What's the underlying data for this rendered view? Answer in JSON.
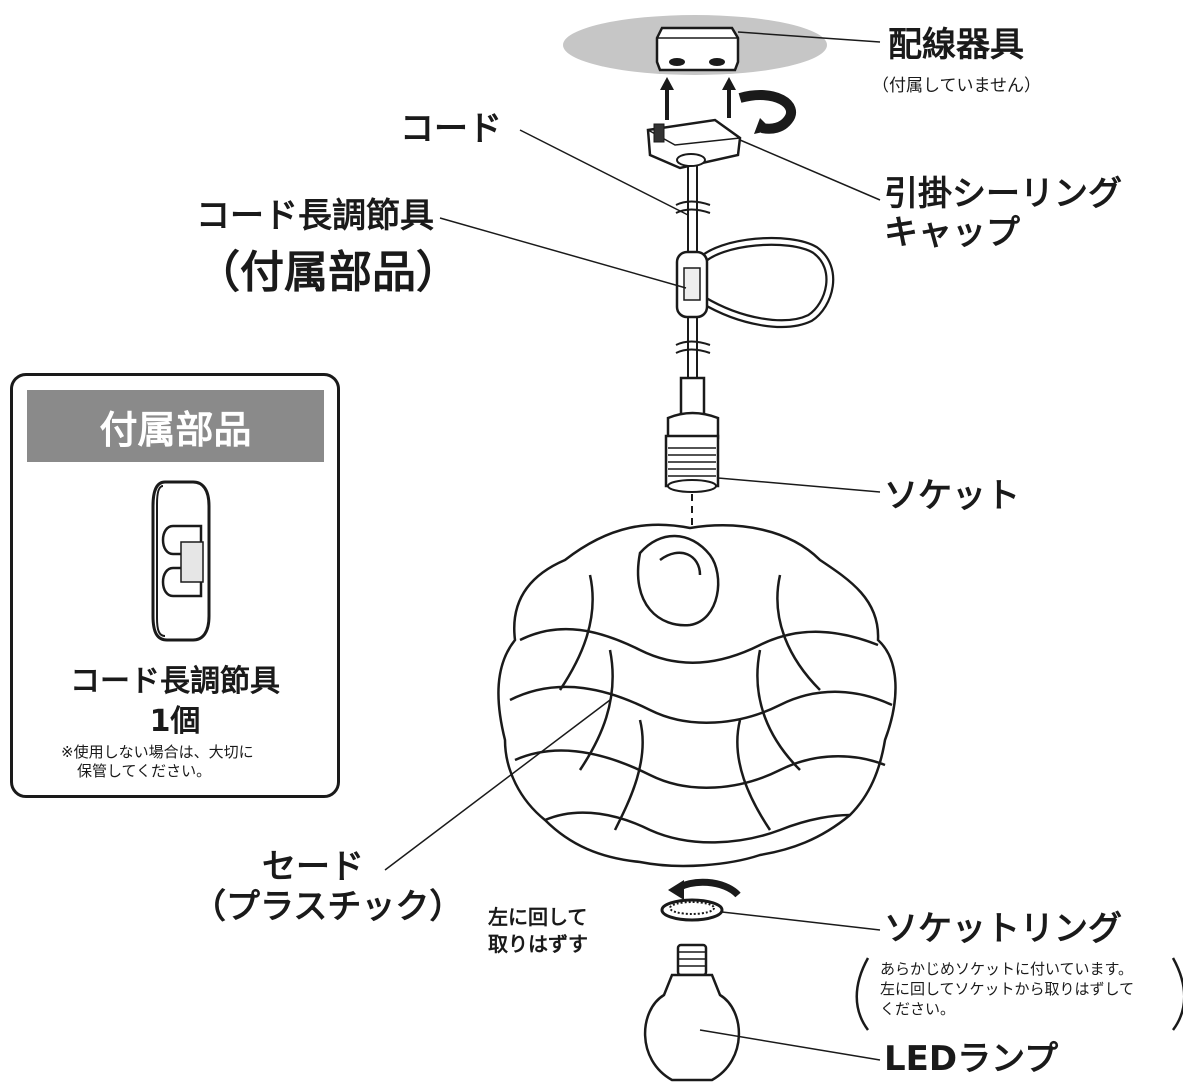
{
  "labels": {
    "wiring_fixture": "配線器具",
    "wiring_fixture_note": "（付属していません）",
    "cord": "コード",
    "cord_adjuster": "コード長調節具",
    "accessory_tag": "（付属部品）",
    "ceiling_cap_line1": "引掛シーリング",
    "ceiling_cap_line2": "キャップ",
    "socket": "ソケット",
    "shade_line1": "セード",
    "shade_line2": "（プラスチック）",
    "turn_left_line1": "左に回して",
    "turn_left_line2": "取りはずす",
    "socket_ring": "ソケットリング",
    "socket_ring_note_1": "あらかじめソケットに付いています。",
    "socket_ring_note_2": "左に回してソケットから取りはずして",
    "socket_ring_note_3": "ください。",
    "led_lamp": "LEDランプ"
  },
  "parts_box": {
    "header": "付属部品",
    "item_name": "コード長調節具",
    "item_qty": "1個",
    "note_line1": "※使用しない場合は、大切に",
    "note_line2": "保管してください。"
  },
  "colors": {
    "ink": "#1a1a1a",
    "header_gray": "#8a8a8a",
    "ceiling_gray": "#c6c6c6"
  }
}
